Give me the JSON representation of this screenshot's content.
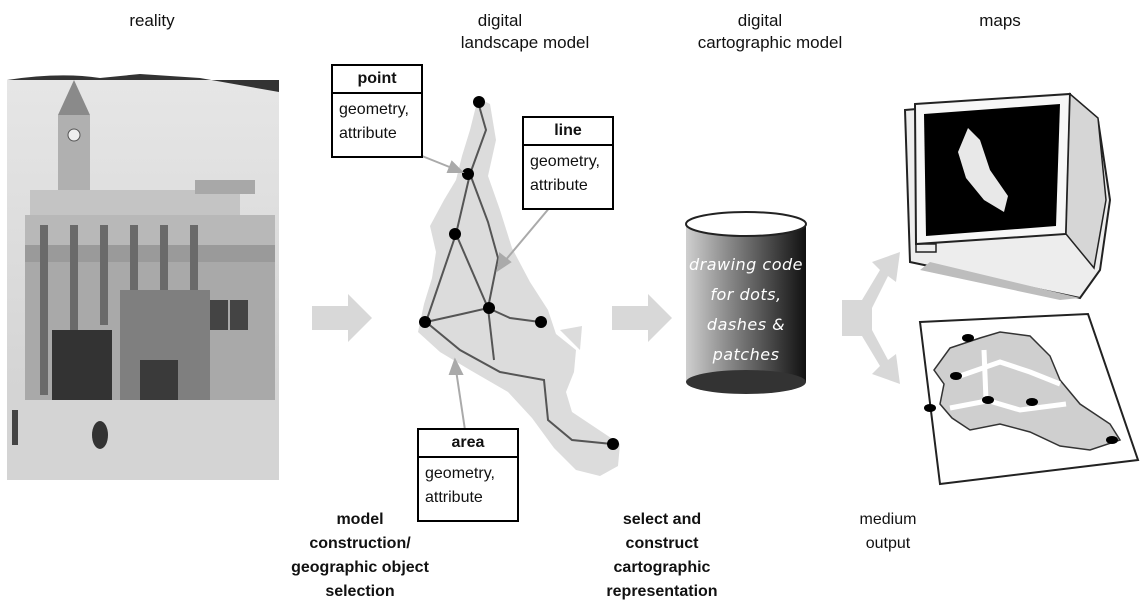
{
  "headers": {
    "reality": "reality",
    "dlm": [
      "digital",
      "landscape model"
    ],
    "dcm": [
      "digital",
      "cartographic model"
    ],
    "maps": "maps"
  },
  "boxes": {
    "point": {
      "title": "point",
      "body": [
        "geometry,",
        "attribute"
      ]
    },
    "line": {
      "title": "line",
      "body": [
        "geometry,",
        "attribute"
      ]
    },
    "area": {
      "title": "area",
      "body": [
        "geometry,",
        "attribute"
      ]
    }
  },
  "cylinder": [
    "drawing code",
    "for dots,",
    "dashes &",
    "patches"
  ],
  "captions": {
    "model": [
      "model",
      "construction/",
      "geographic object",
      "selection"
    ],
    "select": [
      "select and",
      "construct",
      "cartographic",
      "representation"
    ],
    "medium": [
      "medium",
      "output"
    ]
  },
  "colors": {
    "arrow": "#d8d8d8",
    "land": "#dcdcdc",
    "cylinder_dark": "#222222",
    "cylinder_light": "#cfcfcf",
    "photo": "#b5b5b5"
  }
}
